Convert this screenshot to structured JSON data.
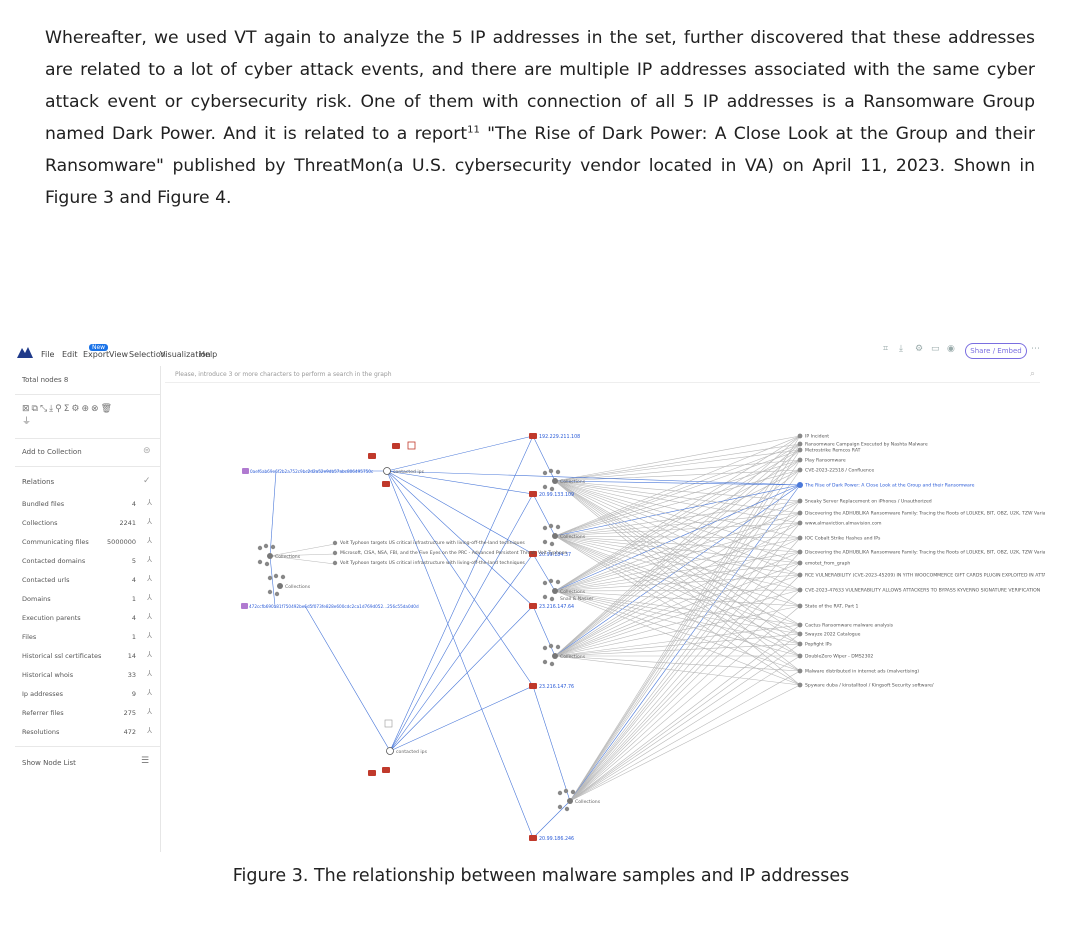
{
  "paragraph": {
    "part1": "Whereafter, we used VT again to analyze the 5 IP addresses in the set, further discovered that these addresses are related to a lot of cyber attack events, and there are multiple IP addresses associated with the same cyber attack event or cybersecurity risk. One of them with connection of all 5 IP addresses is a Ransomware Group named Dark Power. And it is related to a report",
    "footnote": "11",
    "part2": " \"The Rise of Dark Power:   A Close Look at the Group and their Ransomware\" published by ThreatMon(a U.S. cybersecurity vendor located in VA) on April 11, 2023. Shown in Figure 3 and Figure 4."
  },
  "figure": {
    "menu": [
      "File",
      "Edit",
      "Export",
      "View",
      "Selection",
      "Visualization",
      "Help"
    ],
    "beta": "New",
    "share_label": "Share / Embed",
    "total_nodes": "Total nodes 8",
    "add_collection": "Add to Collection",
    "relations_title": "Relations",
    "relations": [
      {
        "name": "Bundled files",
        "count": "4"
      },
      {
        "name": "Collections",
        "count": "2241"
      },
      {
        "name": "Communicating files",
        "count": "5000000"
      },
      {
        "name": "Contacted domains",
        "count": "5"
      },
      {
        "name": "Contacted urls",
        "count": "4"
      },
      {
        "name": "Domains",
        "count": "1"
      },
      {
        "name": "Execution parents",
        "count": "4"
      },
      {
        "name": "Files",
        "count": "1"
      },
      {
        "name": "Historical ssl certificates",
        "count": "14"
      },
      {
        "name": "Historical whois",
        "count": "33"
      },
      {
        "name": "Ip addresses",
        "count": "9"
      },
      {
        "name": "Referrer files",
        "count": "275"
      },
      {
        "name": "Resolutions",
        "count": "472"
      }
    ],
    "show_node_list": "Show Node List",
    "search_placeholder": "Please, introduce 3 or more characters to perform a search in the graph",
    "ips": [
      "192.229.211.108",
      "20.99.133.109",
      "20.99.184.37",
      "23.216.147.64",
      "23.216.147.76",
      "20.99.186.246"
    ],
    "hashes": [
      "0aef6ab69e6f2b2a752c9bc2d2a52e9db57abc806495750c",
      "472ccfb690a81f750492be6d5f073fe828e600cdc2ca1d769d052...256c55da0d0d"
    ],
    "graph_labels": [
      "Collections",
      "Collections",
      "Collections",
      "Collections",
      "Collections",
      "Collections",
      "Collections",
      "Snail & Nasser",
      "contacted ips",
      "contacted ips"
    ],
    "center_labels": [
      "Volt Typhoon targets US critical infrastructure with living-off-the-land techniques",
      "Microsoft, CISA, NSA, FBI, and the Five Eyes on the PRC - Advanced Persistent Threat: Volt Typhoon",
      "Volt Typhoon targets US critical infrastructure with living-off-the-land techniques"
    ],
    "right_labels": [
      "IP Incident",
      "Ransomware Campaign Executed by Nashta Malware",
      "Metrostrike Remcos RAT",
      "Play Ransomware",
      "CVE-2023-22518 / Confluence",
      "The Rise of Dark Power: A Close Look at the Group and their Ransomware",
      "Sneaky Server Replacement on iPhones / Unauthorized",
      "Discovering the ADHUBLIKA Ransomware Family: Tracing the Roots of LOLKEK, BIT, OBZ, U2K, TZW Variants",
      "www.almaviction.almavision.com",
      "IOC Cobalt Strike Hashes and IPs",
      "Discovering the ADHUBLIKA Ransomware Family: Tracing the Roots of LOLKEK, BIT, OBZ, U2K, TZW Variants",
      "emotet_from_graph",
      "RCE VULNERABILITY (CVE-2023-45209) IN YITH WOOCOMMERCE GIFT CARDS PLUGIN EXPLOITED IN ATTACKS",
      "CVE-2023-47633 VULNERABILITY ALLOWS ATTACKERS TO BYPASS KYVERNO SIGNATURE VERIFICATION",
      "State of the RAT, Part 1",
      "Cactus Ransomware malware analysis",
      "Swayze 2022 Catalogue",
      "Popfight IPs",
      "DoubleZero Wiper - DMS2302",
      "Malware distributed in internet ads (malvertising)",
      "Spyware duba / kinstalltool / Kingsoft Security software/"
    ]
  },
  "caption": "Figure 3. The relationship between malware samples and IP addresses"
}
